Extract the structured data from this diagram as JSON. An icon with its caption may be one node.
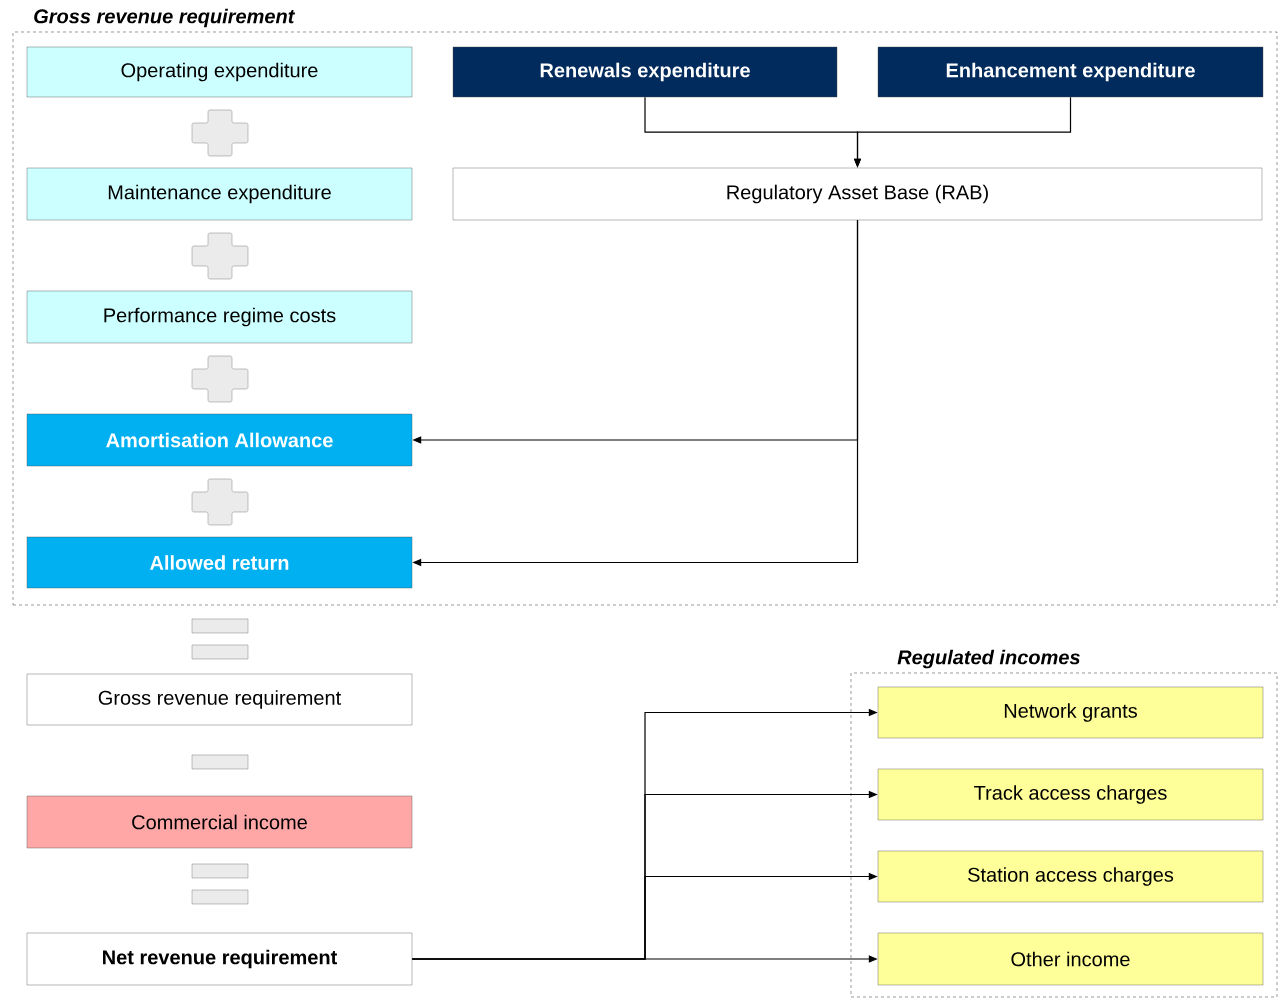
{
  "diagram": {
    "nodes": [
      {
        "text": [
          "Gross revenue requirement"
        ]
      },
      {
        "text": [
          "Operating expenditure"
        ],
        "in": 0
      },
      {
        "text": [
          "Renewals expenditure"
        ],
        "in": 0
      },
      {
        "text": [
          "Enhancement expenditure"
        ],
        "in": 0
      },
      {
        "text": [
          "Maintenance expenditure"
        ],
        "in": 0
      },
      {
        "text": [
          "Regulatory Asset Base (RAB)"
        ],
        "in": 0
      },
      {
        "text": [
          "Performance regime costs"
        ],
        "in": 0
      },
      {
        "text": [
          "Amortisation Allowance"
        ],
        "in": 0
      },
      {
        "text": [
          "Allowed return"
        ],
        "in": 0
      },
      {
        "text": [
          "Gross revenue requirement"
        ]
      },
      {
        "text": [
          "Commercial income"
        ]
      },
      {
        "text": [
          "Net revenue requirement"
        ]
      },
      {
        "text": [
          "Regulated incomes"
        ]
      },
      {
        "text": [
          "Network grants"
        ],
        "in": 12
      },
      {
        "text": [
          "Track access charges"
        ],
        "in": 12
      },
      {
        "text": [
          "Station access charges"
        ],
        "in": 12
      },
      {
        "text": [
          "Other income"
        ],
        "in": 12
      }
    ],
    "edges": [
      {
        "from": 2,
        "to": 5,
        "arrow": "to"
      },
      {
        "from": 3,
        "to": 5,
        "arrow": "to"
      },
      {
        "from": 5,
        "to": 7,
        "arrow": "to"
      },
      {
        "from": 5,
        "to": 8,
        "arrow": "to"
      },
      {
        "from": 11,
        "to": 13,
        "arrow": "to"
      },
      {
        "from": 11,
        "to": 14,
        "arrow": "to"
      },
      {
        "from": 11,
        "to": 15,
        "arrow": "to"
      },
      {
        "from": 11,
        "to": 16,
        "arrow": "to"
      }
    ]
  }
}
